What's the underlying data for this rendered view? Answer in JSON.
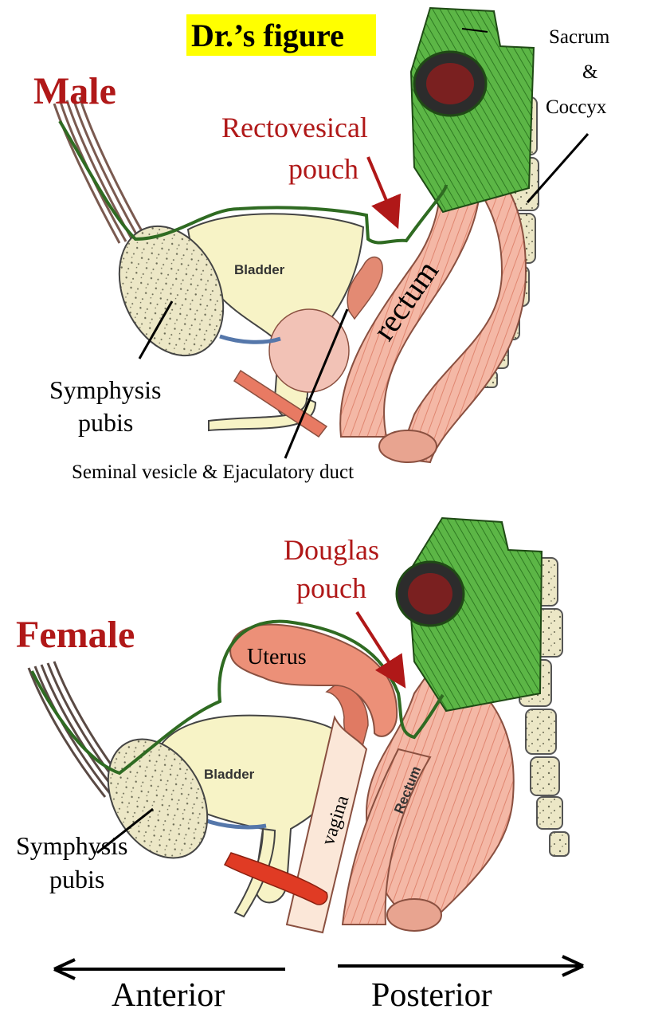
{
  "title": "Dr.’s figure",
  "colors": {
    "highlight": "#ffff00",
    "label_red": "#b01818",
    "peritoneum": "#2f6b22",
    "bladder_fill": "#f7f3c6",
    "rectum_fill": "#f4b8a6",
    "sigmoid_green": "#4eaa3a",
    "uterus_fill": "#ec9078",
    "bone_fill": "#ece7c6"
  },
  "male": {
    "heading": "Male",
    "pouch_label": [
      "Rectovesical",
      "pouch"
    ],
    "sacrum_label": [
      "Sacrum",
      "&",
      "Coccyx"
    ],
    "bladder": "Bladder",
    "rectum": "rectum",
    "symphysis": [
      "Symphysis",
      "pubis"
    ],
    "seminal": "Seminal vesicle & Ejaculatory duct"
  },
  "female": {
    "heading": "Female",
    "pouch_label": [
      "Douglas",
      "pouch"
    ],
    "uterus": "Uterus",
    "bladder": "Bladder",
    "vagina": "vagina",
    "rectum": "Rectum",
    "symphysis": [
      "Symphysis",
      "pubis"
    ]
  },
  "directions": {
    "anterior": "Anterior",
    "posterior": "Posterior"
  },
  "icons": [
    "arrow-left-icon",
    "arrow-right-icon",
    "pointer-arrow-icon"
  ]
}
